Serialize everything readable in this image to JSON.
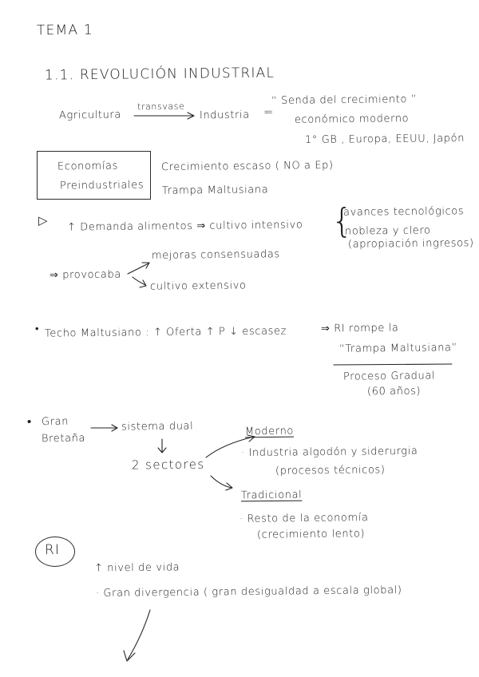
{
  "title": "TEMA 1",
  "section": "1.1. REVOLUCIÓN INDUSTRIAL",
  "flow": {
    "from": "Agricultura",
    "arrow_label": "transvase",
    "to": "Industria",
    "equals": "=",
    "quote_line1": "“ Senda del crecimiento ”",
    "quote_line2": "económico moderno",
    "countries": "1° GB , Europa, EEUU, Japón"
  },
  "pre_industrial": {
    "box_line1": "Economías",
    "box_line2": "Preindustriales",
    "trait1": "Crecimiento escaso ( NO a Ep)",
    "trait2": "Trampa Maltusiana"
  },
  "demand": {
    "marker": "▷",
    "text": "↑ Demanda alimentos ⇒ cultivo intensivo",
    "brace": "{",
    "branch1": "avances tecnológicos",
    "branch2": "nobleza y clero",
    "branch3": "(apropiación ingresos)"
  },
  "provoca": {
    "label": "⇒ provocaba",
    "branch1": "mejoras consensuadas",
    "branch2": "cultivo extensivo"
  },
  "techo": {
    "bullet": "•",
    "text": "Techo Maltusiano : ↑ Oferta ↑ P ↓ escasez",
    "result1": "⇒ RI rompe la",
    "result2": "“Trampa Maltusiana”",
    "note1": "Proceso Gradual",
    "note2": "(60 años)"
  },
  "gb": {
    "bullet": "•",
    "label1": "Gran",
    "label2": "Bretaña",
    "system": "sistema dual",
    "sectors": "2 sectores",
    "modern": "Moderno",
    "modern_desc1": "· Industria algodón y siderurgia",
    "modern_desc2": "(procesos técnicos)",
    "traditional": "Tradicional",
    "traditional_desc1": "· Resto de la economía",
    "traditional_desc2": "(crecimiento lento)"
  },
  "ri": {
    "badge": "RI",
    "item1": "↑ nivel de vida",
    "item2": "· Gran divergencia ( gran desigualdad a escala global)"
  }
}
